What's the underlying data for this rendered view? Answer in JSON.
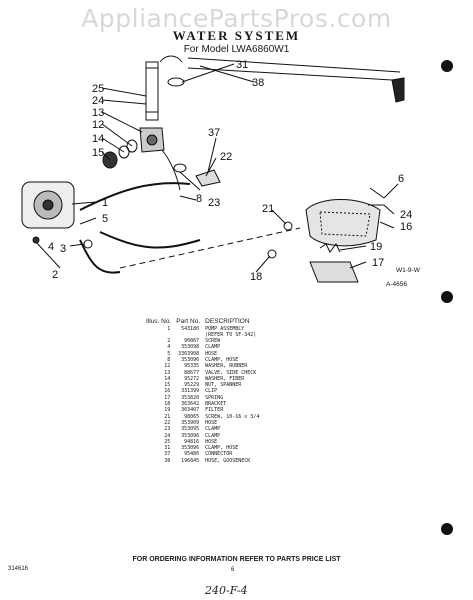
{
  "watermark": "AppliancePartsPros.com",
  "title": "WATER SYSTEM",
  "subtitle": "For Model LWA6860W1",
  "diagram_code_1": "W1-9-W",
  "diagram_code_2": "A-4656",
  "callouts": [
    "31",
    "38",
    "25",
    "24",
    "13",
    "12",
    "14",
    "15",
    "37",
    "23",
    "22",
    "1",
    "5",
    "3",
    "4",
    "2",
    "6",
    "21",
    "24",
    "16",
    "19",
    "17",
    "18",
    "8"
  ],
  "parts_table": {
    "header": {
      "illus": "Illus. No.",
      "part": "Part No.",
      "description": "DESCRIPTION"
    },
    "rows": [
      [
        "1",
        "543180",
        "PUMP ASSEMBLY"
      ],
      [
        "",
        "",
        "(REFER TO SF-342)"
      ],
      [
        "2",
        "90867",
        "SCREW"
      ],
      [
        "4",
        "353098",
        "CLAMP"
      ],
      [
        "5",
        "3363908",
        "HOSE"
      ],
      [
        "8",
        "353096",
        "CLAMP, HOSE"
      ],
      [
        "12",
        "95335",
        "WASHER, RUBBER"
      ],
      [
        "13",
        "88677",
        "VALVE, SIDE CHECK"
      ],
      [
        "14",
        "95272",
        "WASHER, FIBER"
      ],
      [
        "15",
        "95229",
        "NUT, SPANNER"
      ],
      [
        "16",
        "331399",
        "CLIP"
      ],
      [
        "17",
        "353820",
        "SPRING"
      ],
      [
        "18",
        "363642",
        "BRACKET"
      ],
      [
        "19",
        "363407",
        "FILTER"
      ],
      [
        "21",
        "98065",
        "SCREW, 10-16 x 3/4"
      ],
      [
        "22",
        "353909",
        "HOSE"
      ],
      [
        "23",
        "353095",
        "CLAMP"
      ],
      [
        "24",
        "353096",
        "CLAMP"
      ],
      [
        "25",
        "94816",
        "HOSE"
      ],
      [
        "31",
        "353096",
        "CLAMP, HOSE"
      ],
      [
        "37",
        "95480",
        "CONNECTOR"
      ],
      [
        "38",
        "196845",
        "HOSE, GOOSENECK"
      ]
    ]
  },
  "footer": "FOR ORDERING INFORMATION REFER TO PARTS PRICE LIST",
  "doc_number": "314616",
  "page_number": "6",
  "handwritten_note": "240-F-4"
}
